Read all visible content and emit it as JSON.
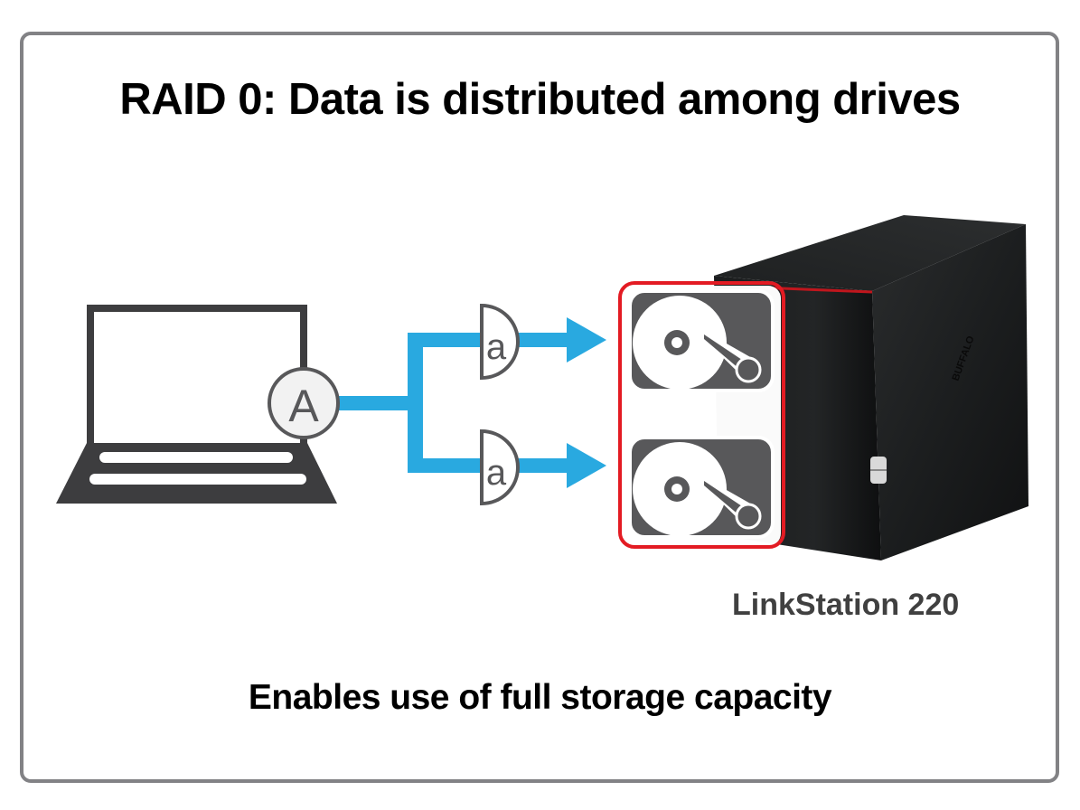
{
  "title": "RAID 0: Data is distributed among drives",
  "caption": "Enables use of full storage capacity",
  "product": {
    "name": "LinkStation 220",
    "brand_mark": "BUFFALO"
  },
  "source": {
    "device": "laptop",
    "data_label": "A"
  },
  "fragments": [
    {
      "label": "a",
      "target": "drive-1"
    },
    {
      "label": "a",
      "target": "drive-2"
    }
  ],
  "drives": [
    {
      "id": "drive-1"
    },
    {
      "id": "drive-2"
    }
  ],
  "colors": {
    "arrow": "#29a9e0",
    "drive_group_outline": "#e31b23",
    "icon_dark": "#3d3d3f",
    "drive_icon": "#58585a",
    "frame": "#828285"
  }
}
